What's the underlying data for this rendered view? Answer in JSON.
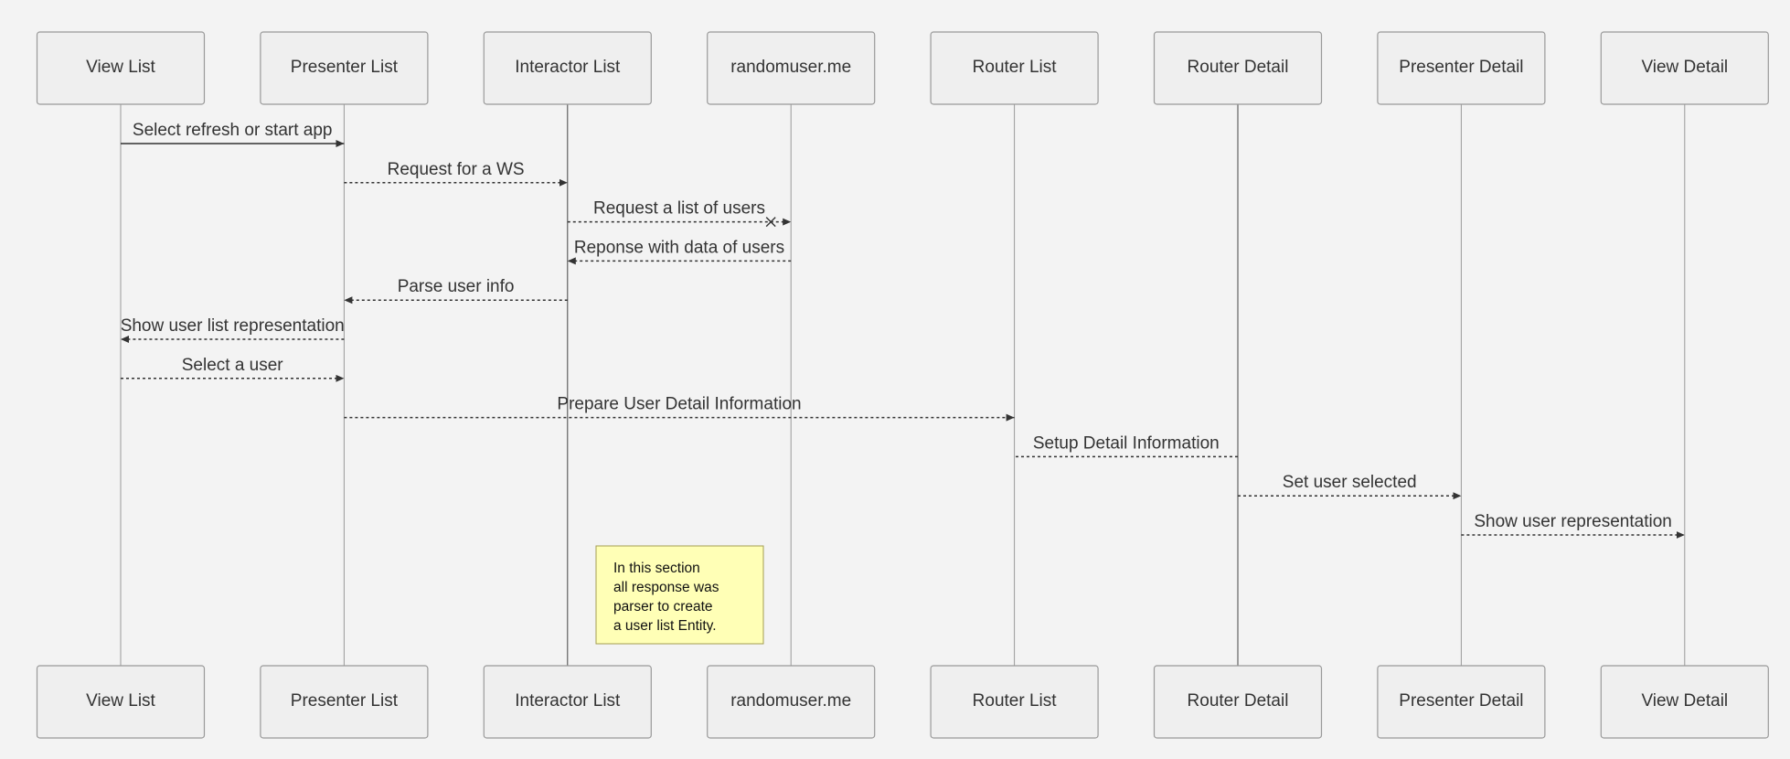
{
  "colors": {
    "background": "#f3f3f3",
    "actor_fill": "#efefef",
    "actor_stroke": "#999999",
    "note_fill": "#ffffb6",
    "text": "#333333"
  },
  "actors": [
    {
      "id": "view-list",
      "label": "View List"
    },
    {
      "id": "presenter-list",
      "label": "Presenter List"
    },
    {
      "id": "interactor-list",
      "label": "Interactor List"
    },
    {
      "id": "randomuser",
      "label": "randomuser.me"
    },
    {
      "id": "router-list",
      "label": "Router List"
    },
    {
      "id": "router-detail",
      "label": "Router Detail"
    },
    {
      "id": "presenter-detail",
      "label": "Presenter Detail"
    },
    {
      "id": "view-detail",
      "label": "View Detail"
    }
  ],
  "messages": [
    {
      "from": 0,
      "to": 1,
      "label": "Select refresh or start app",
      "style": "solid"
    },
    {
      "from": 1,
      "to": 2,
      "label": "Request for a WS",
      "style": "dashed"
    },
    {
      "from": 2,
      "to": 3,
      "label": "Request a list of users",
      "style": "dashed",
      "async": true
    },
    {
      "from": 3,
      "to": 2,
      "label": "Reponse with data of users",
      "style": "dashed"
    },
    {
      "from": 2,
      "to": 1,
      "label": "Parse user info",
      "style": "dashed"
    },
    {
      "from": 1,
      "to": 0,
      "label": "Show user list representation",
      "style": "dashed"
    },
    {
      "from": 0,
      "to": 1,
      "label": "Select a user",
      "style": "dashed"
    },
    {
      "from": 1,
      "to": 4,
      "label": "Prepare User Detail Information",
      "style": "dashed"
    },
    {
      "from": 5,
      "to": 4,
      "label": "Setup Detail Information",
      "style": "dashed",
      "open": true
    },
    {
      "from": 5,
      "to": 6,
      "label": "Set user selected",
      "style": "dashed"
    },
    {
      "from": 6,
      "to": 7,
      "label": "Show user representation",
      "style": "dashed"
    }
  ],
  "note": {
    "lines": [
      "In this section",
      "all response was",
      "parser to create",
      "a user list Entity."
    ]
  }
}
